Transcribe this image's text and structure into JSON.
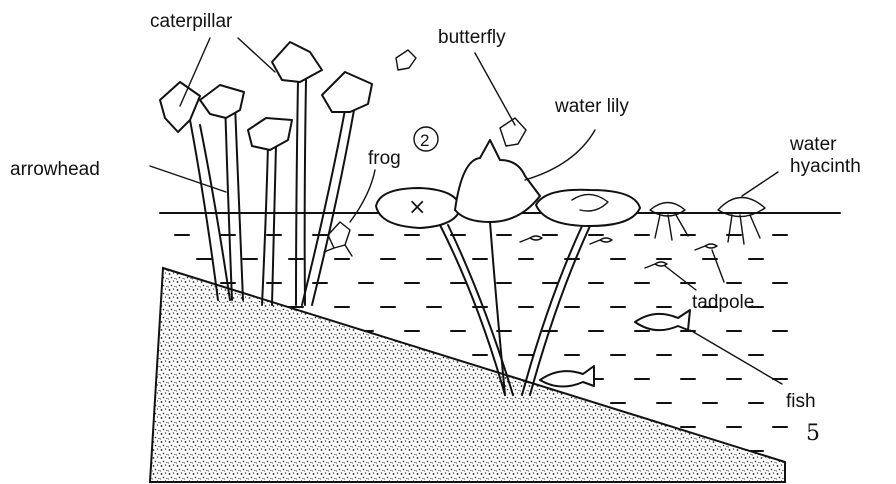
{
  "labels": {
    "caterpillar": "caterpillar",
    "butterfly": "butterfly",
    "water_lily": "water lily",
    "water_line1": "water",
    "water_line2": "hyacinth",
    "frog": "frog",
    "frog_mark": "2",
    "arrowhead": "arrowhead",
    "tadpole": "tadpole",
    "fish": "fish",
    "page_number": "5"
  },
  "lily_pad_mark": "×"
}
